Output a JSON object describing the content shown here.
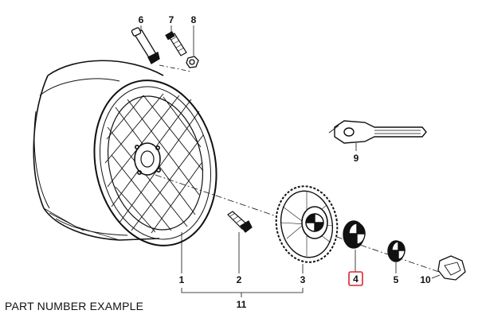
{
  "callouts": {
    "c1": "1",
    "c2": "2",
    "c3": "3",
    "c4": "4",
    "c5": "5",
    "c6": "6",
    "c7": "7",
    "c8": "8",
    "c9": "9",
    "c10": "10",
    "c11": "11"
  },
  "highlight": {
    "part": "4",
    "color": "#d9262c"
  },
  "caption": "PART NUMBER EXAMPLE"
}
